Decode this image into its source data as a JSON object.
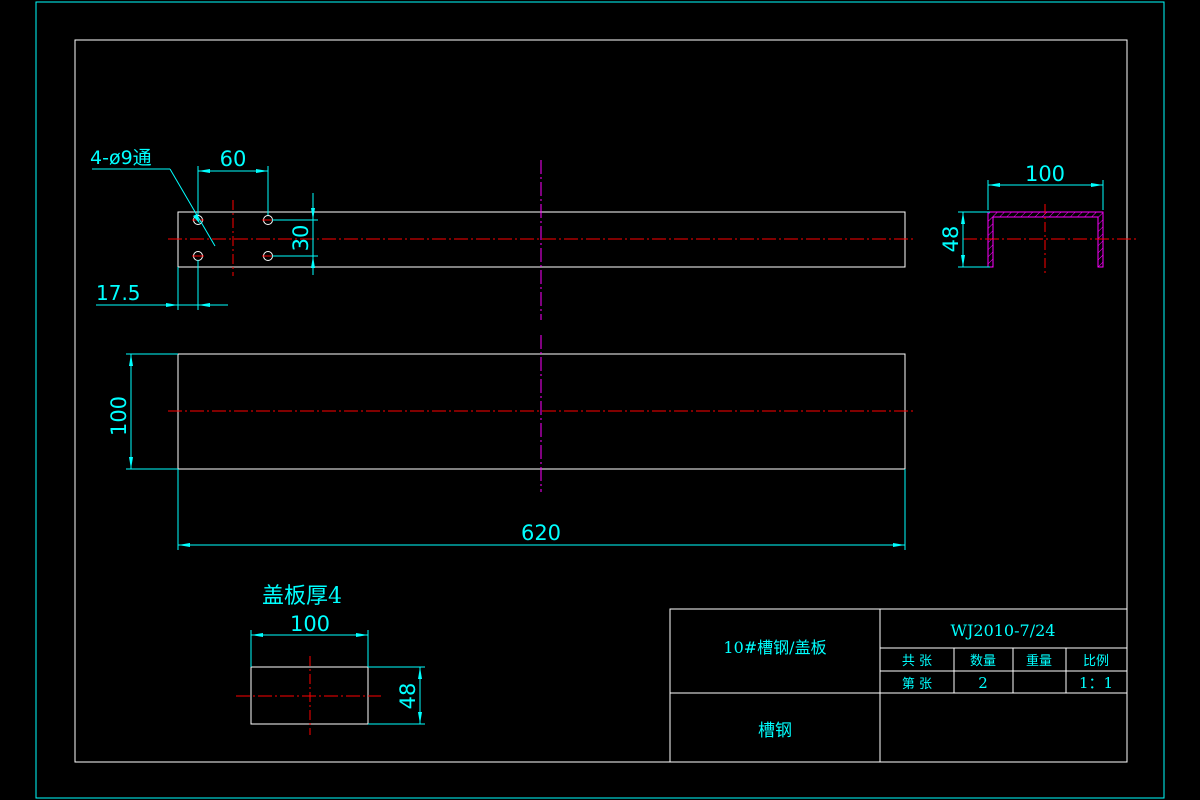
{
  "colors": {
    "background": "#000000",
    "border": "#00ffff",
    "part_outline": "#ffffff",
    "center_line": "#ff0000",
    "center_mark": "#ff00ff",
    "dimension": "#00ffff",
    "section_fill": "#ff00ff"
  },
  "dimensions": {
    "hole_spec": "4-ø9通",
    "hole_spacing": "60",
    "hole_row_spacing": "30",
    "hole_edge_offset": "17.5",
    "plate_width": "100",
    "overall_length": "620",
    "section_width": "100",
    "section_height": "48",
    "cover_width": "100",
    "cover_height": "48"
  },
  "notes": {
    "cover_thickness": "盖板厚4"
  },
  "title_block": {
    "part_name": "10#槽钢/盖板",
    "drawing_number": "WJ2010-7/24",
    "header_total_sheets": "共 张",
    "header_quantity": "数量",
    "header_weight": "重量",
    "header_scale": "比例",
    "sheet_label": "第 张",
    "quantity_value": "2",
    "scale_value": "1：1",
    "material": "槽钢"
  }
}
